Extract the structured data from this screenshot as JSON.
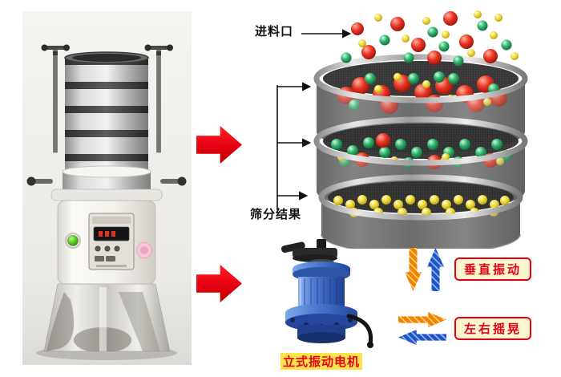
{
  "sieve_diagram": {
    "feed_inlet_label": "进料口",
    "result_label": "筛分结果",
    "ball_colors": {
      "red": "#e93322",
      "green": "#2fb26a",
      "yellow": "#f2da36"
    }
  },
  "motor": {
    "label": "立式振动电机",
    "body_color": "#3a67c4"
  },
  "motion": {
    "vertical_label": "垂直振动",
    "horizontal_label": "左右摇晃",
    "down_arrow_color": "#f08300",
    "up_arrow_color": "#1f55c8"
  },
  "flow": {
    "arrow_color": "#e60012"
  }
}
